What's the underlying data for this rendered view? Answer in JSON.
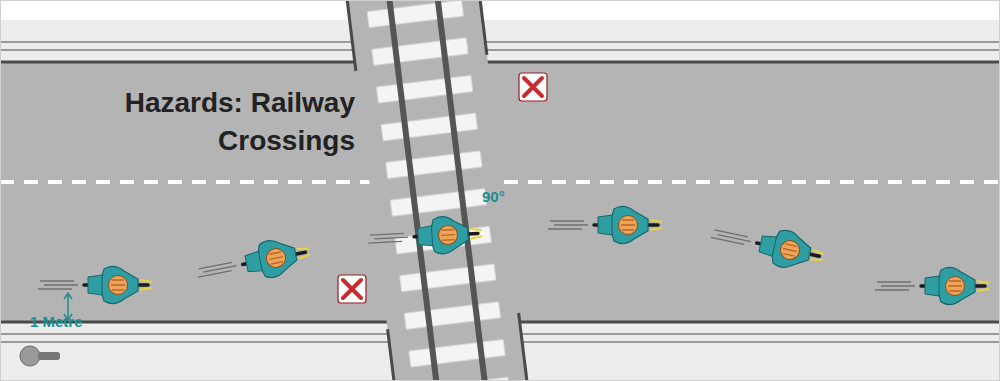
{
  "diagram": {
    "title": "Hazards: Railway Crossings",
    "labels": [
      "90°",
      "1 Metre"
    ]
  }
}
